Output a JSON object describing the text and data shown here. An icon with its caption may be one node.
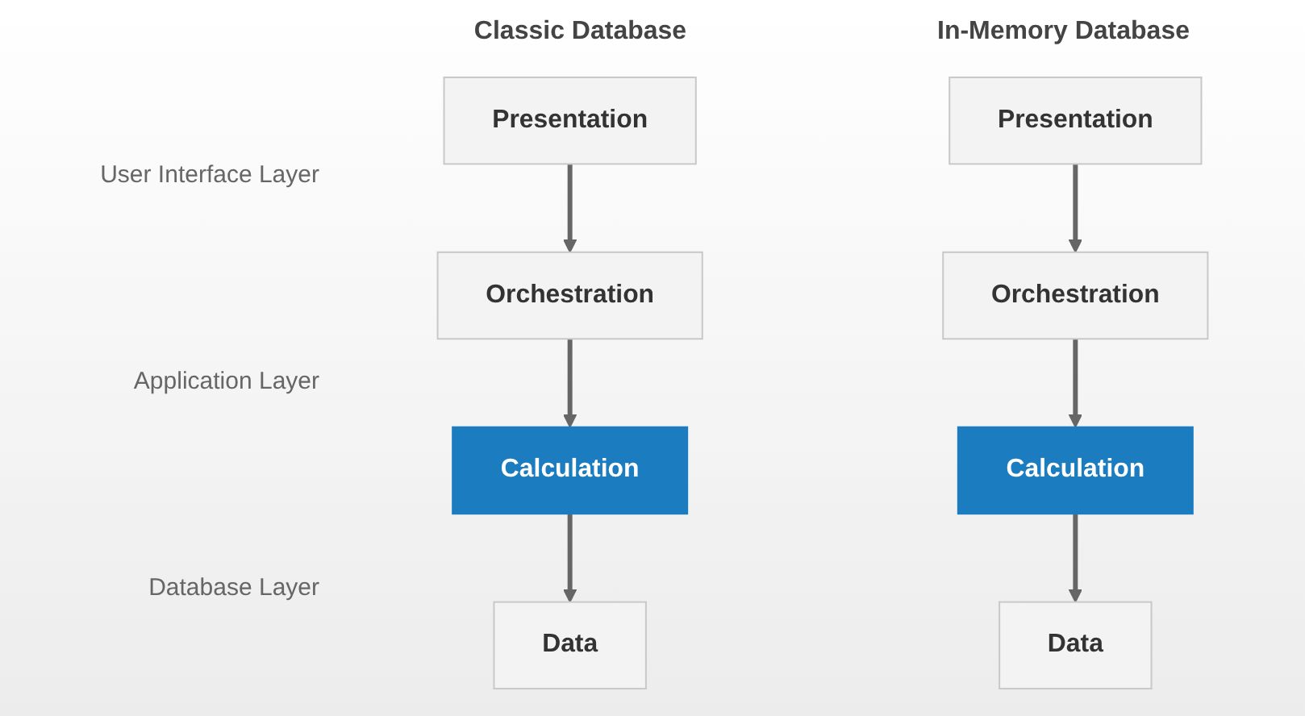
{
  "diagram": {
    "nodes": [
      {
        "text": [
          "Presentation"
        ]
      },
      {
        "text": [
          "Orchestration"
        ]
      },
      {
        "text": [
          "Calculation"
        ]
      },
      {
        "text": [
          "Data"
        ]
      },
      {
        "text": [
          "Presentation"
        ]
      },
      {
        "text": [
          "Orchestration"
        ]
      },
      {
        "text": [
          "Calculation"
        ]
      },
      {
        "text": [
          "Data"
        ]
      }
    ],
    "edges": [
      {
        "from": 0,
        "to": 1,
        "arrow": "to"
      },
      {
        "from": 1,
        "to": 2,
        "arrow": "to"
      },
      {
        "from": 2,
        "to": 3,
        "arrow": "to"
      },
      {
        "from": 4,
        "to": 5,
        "arrow": "to"
      },
      {
        "from": 5,
        "to": 6,
        "arrow": "to"
      },
      {
        "from": 6,
        "to": 7,
        "arrow": "to"
      }
    ],
    "labels": [
      "Classic Database",
      "In-Memory Database",
      "User Interface Layer",
      "Application Layer",
      "Database Layer"
    ]
  }
}
